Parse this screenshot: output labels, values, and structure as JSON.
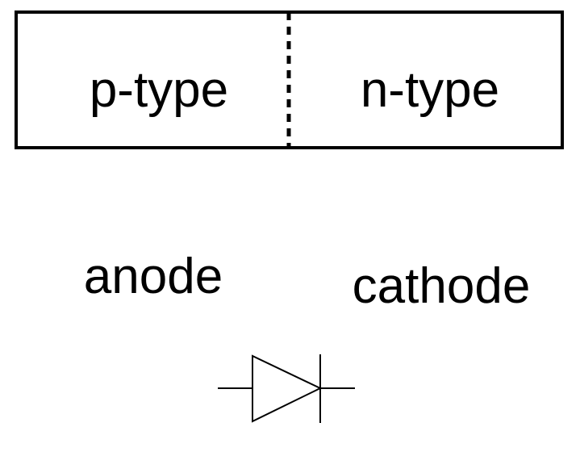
{
  "junction": {
    "left_region": "p-type",
    "right_region": "n-type"
  },
  "terminals": {
    "anode": "anode",
    "cathode": "cathode"
  },
  "colors": {
    "stroke": "#000000",
    "background": "#ffffff"
  },
  "icons": {
    "symbol": "diode-symbol-icon"
  }
}
